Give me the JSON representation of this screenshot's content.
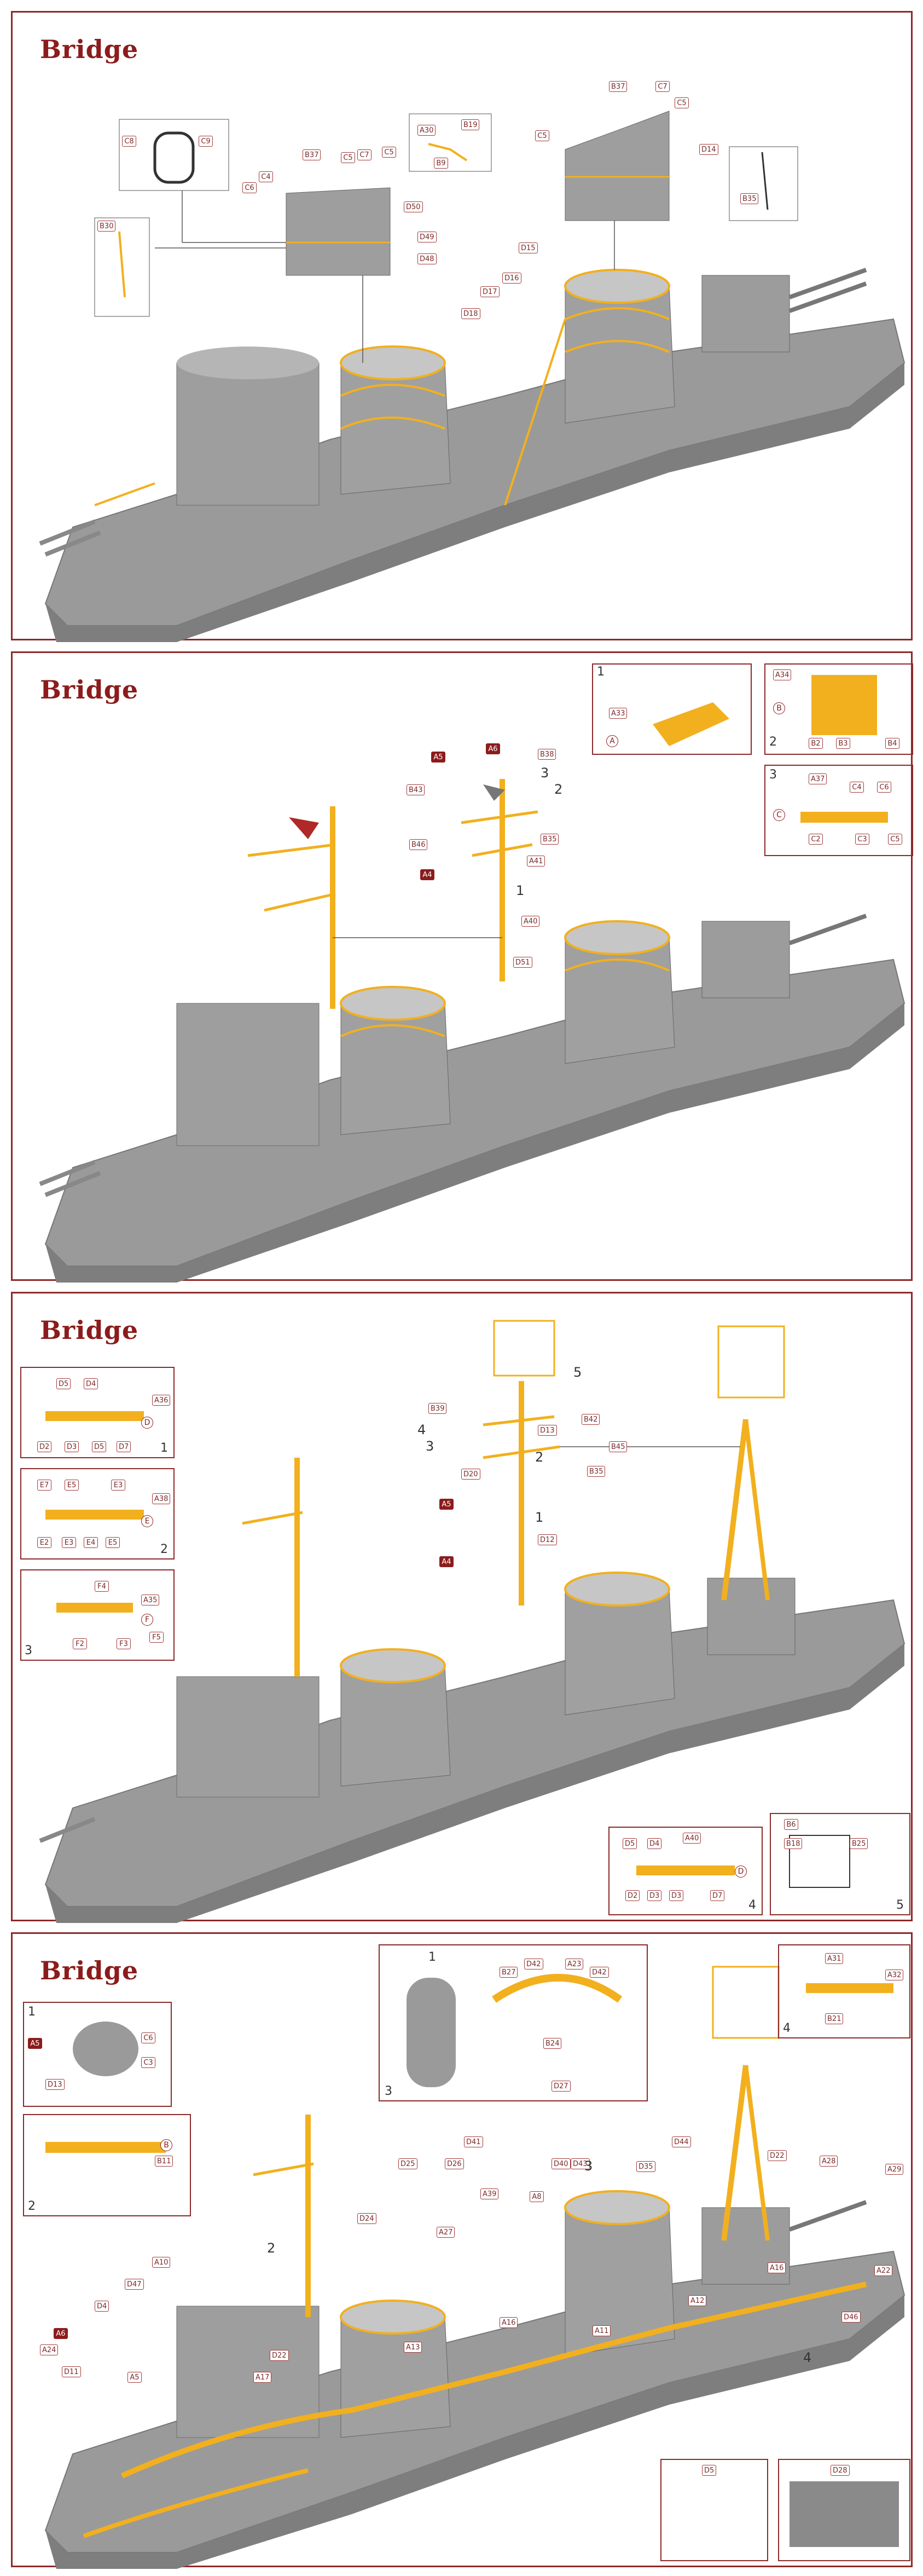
{
  "colors": {
    "frame": "#8c2a2a",
    "title": "#8c1c1c",
    "hull": "#9a9a9a",
    "brass": "#f2b01e"
  },
  "panels": [
    {
      "title": "Bridge"
    },
    {
      "title": "Bridge"
    },
    {
      "title": "Bridge"
    },
    {
      "title": "Bridge"
    }
  ],
  "p1": {
    "callouts": [
      "C8",
      "C9",
      "B37",
      "C7",
      "C5",
      "C4",
      "C6",
      "C5",
      "B30",
      "A30",
      "B19",
      "B9",
      "D50",
      "D49",
      "D48",
      "B37",
      "C7",
      "C5",
      "C5",
      "D14",
      "B35",
      "D15",
      "D16",
      "D17",
      "D18"
    ]
  },
  "p2": {
    "callouts": [
      "A6",
      "B38",
      "A5",
      "B43",
      "B46",
      "A4",
      "B35",
      "A41",
      "A40",
      "D51",
      "A33",
      "A34",
      "B",
      "A",
      "B2",
      "B3",
      "B4",
      "A37",
      "C",
      "C4",
      "C6",
      "C2",
      "C3",
      "C5"
    ],
    "steps": [
      "1",
      "2",
      "3",
      "1",
      "2",
      "3"
    ]
  },
  "p3": {
    "callouts": [
      "D5",
      "D4",
      "A36",
      "D",
      "D2",
      "D3",
      "D5",
      "D7",
      "E7",
      "E5",
      "E3",
      "A38",
      "E",
      "E2",
      "E3",
      "E4",
      "E5",
      "F4",
      "A35",
      "F",
      "F5",
      "F2",
      "F3",
      "B39",
      "D13",
      "B42",
      "B45",
      "B35",
      "D20",
      "D12",
      "A5",
      "A4",
      "D5",
      "D4",
      "A40",
      "D",
      "D2",
      "D3",
      "D3",
      "D7",
      "B6",
      "B18",
      "B25"
    ],
    "steps": [
      "1",
      "2",
      "3",
      "1",
      "2",
      "3",
      "4",
      "5",
      "4",
      "5"
    ]
  },
  "p4": {
    "callouts": [
      "B27",
      "D42",
      "A23",
      "D42",
      "B24",
      "D27",
      "A31",
      "A32",
      "B21",
      "A5",
      "C3",
      "C6",
      "D13",
      "B",
      "B11",
      "D25",
      "D26",
      "D41",
      "D40",
      "A39",
      "A8",
      "D43",
      "D35",
      "D44",
      "D22",
      "A28",
      "A29",
      "A22",
      "D24",
      "A27",
      "A10",
      "D47",
      "D4",
      "A6",
      "A16",
      "A12",
      "D46",
      "A13",
      "A11",
      "A16",
      "A24",
      "D11",
      "A5",
      "A17",
      "D22",
      "D5",
      "D28"
    ],
    "steps": [
      "1",
      "2",
      "3",
      "4",
      "1",
      "2",
      "3",
      "4"
    ]
  }
}
